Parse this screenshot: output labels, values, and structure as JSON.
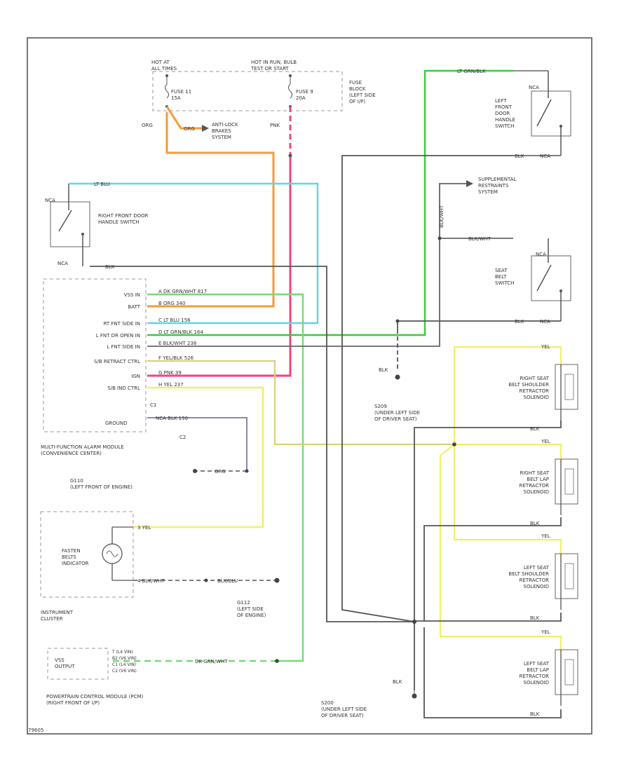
{
  "diagram_id": "79605",
  "fuse_block": {
    "hot_at_all_times": "HOT AT\nALL TIMES",
    "hot_in_run": "HOT IN RUN, BULB\nTEST OR START",
    "fuse_11": "FUSE 11\n15A",
    "fuse_9": "FUSE 9\n20A",
    "label": "FUSE\nBLOCK\n(LEFT SIDE\nOF I/P)"
  },
  "labels": {
    "anti_lock": "ANTI-LOCK\nBRAKES\nSYSTEM",
    "org_a": "ORG",
    "org_b": "ORG",
    "pnk": "PNK",
    "rf_switch": "RIGHT FRONT DOOR\nHANDLE SWITCH",
    "rf_nca": "NCA",
    "rf_nca2": "NCA",
    "rf_ltblu": "LT BLU",
    "rf_blk": "BLK",
    "lf_switch": "LEFT\nFRONT\nDOOR\nHANDLE\nSWITCH",
    "lf_ltgrn": "LT GRN/BLK",
    "lf_nca": "NCA",
    "lf_blk": "BLK",
    "lf_nca2": "NCA",
    "srs": "SUPPLEMENTAL\nRESTRAINTS\nSYSTEM",
    "blkwht_v": "BLK/WHT",
    "blkwht_h": "BLK/WHT",
    "seat_belt_switch": "SEAT\nBELT\nSWITCH",
    "sb_nca": "NCA",
    "sb_blk": "BLK",
    "sb_nca2": "NCA",
    "module_pins": [
      "VSS IN",
      "BATT",
      "RT FNT SIDE IN",
      "L FNT DR OPEN IN",
      "L FNT SIDE IN",
      "S/B RETRACT CTRL",
      "IGN",
      "S/B IND CTRL"
    ],
    "module_wires": [
      "A  DK GRN/WHT   817",
      "B  ORG   340",
      "C  LT BLU   156",
      "D  LT GRN/BLK   164",
      "E  BLK/WHT   238",
      "F  YEL/BLK   526",
      "G  PNK   39",
      "H  YEL   237"
    ],
    "c1": "C1",
    "ground": "GROUND",
    "ground_wire": "NCA      BLK   150",
    "c2": "C2",
    "module_name": "MULTI-FUNCTION ALARM MODULE\n(CONVENIENCE CENTER)",
    "g110_wire": "ORG",
    "g110": "G110\n(LEFT FRONT OF ENGINE)",
    "s209": "S209\n(UNDER LEFT SIDE\nOF DRIVER SEAT)",
    "s209_blk": "BLK",
    "rs_shoulder": "RIGHT SEAT\nBELT SHOULDER\nRETRACTOR\nSOLENOID",
    "rs_lap": "RIGHT SEAT\nBELT LAP\nRETRACTOR\nSOLENOID",
    "ls_shoulder": "LEFT SEAT\nBELT SHOULDER\nRETRACTOR\nSOLENOID",
    "ls_lap": "LEFT SEAT\nBELT LAP\nRETRACTOR\nSOLENOID",
    "yel": "YEL",
    "blk": "BLK",
    "fasten": "FASTEN\nBELTS\nINDICATOR",
    "ic_yel": "3  YEL",
    "ic_blk": "4  BLK/WHT",
    "ic_blk2": "BLK/BLU",
    "instrument": "INSTRUMENT\nCLUSTER",
    "g112": "G112\n(LEFT SIDE\nOF ENGINE)",
    "vss": "VSS\nOUTPUT",
    "pcm_pins": "T    (L4 VIN)\nB2   (V6 VIN)\nC1   (L4 VIN)\nC2   (V6 VIN)",
    "pcm_wire": "DK GRN/WHT",
    "pcm": "POWERTRAIN CONTROL MODULE (PCM)\n(RIGHT FRONT OF I/P)",
    "s200": "S200\n(UNDER LEFT SIDE\nOF DRIVER SEAT)",
    "s200_blk": "BLK"
  },
  "colors": {
    "org": "#f59a3c",
    "pnk": "#f0457a",
    "ltblu": "#5ad8e8",
    "ltgrn": "#3ec83e",
    "dkgrn": "#78d878",
    "yel": "#f0f06a",
    "yelblk": "#d8d27a",
    "blk": "#444444",
    "blkwht": "#5a5a5a",
    "gray": "#999999"
  }
}
